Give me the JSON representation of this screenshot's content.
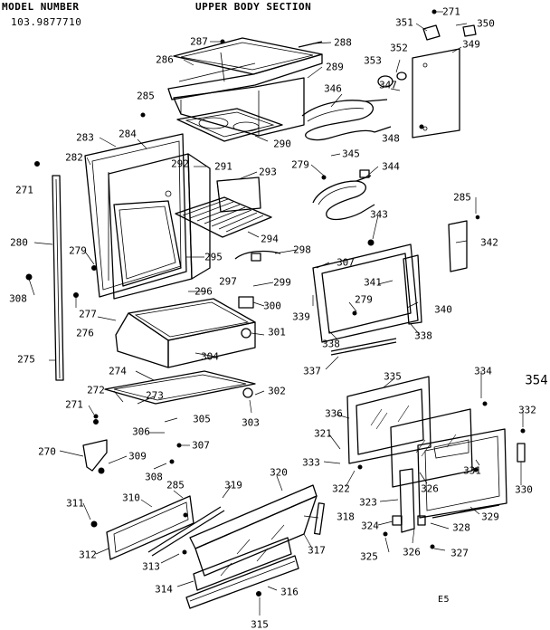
{
  "header": {
    "model_label": "MODEL NUMBER",
    "model_number": "103.9877710",
    "section_title": "UPPER BODY SECTION"
  },
  "footer": {
    "code": "E5"
  },
  "callouts": [
    {
      "id": "271",
      "text": "271"
    },
    {
      "id": "350",
      "text": "350"
    },
    {
      "id": "351",
      "text": "351"
    },
    {
      "id": "287",
      "text": "287"
    },
    {
      "id": "288",
      "text": "288"
    },
    {
      "id": "352",
      "text": "352"
    },
    {
      "id": "349",
      "text": "349"
    },
    {
      "id": "286",
      "text": "286"
    },
    {
      "id": "353",
      "text": "353"
    },
    {
      "id": "289",
      "text": "289"
    },
    {
      "id": "347",
      "text": "347"
    },
    {
      "id": "346",
      "text": "346"
    },
    {
      "id": "285",
      "text": "285"
    },
    {
      "id": "348",
      "text": "348"
    },
    {
      "id": "283",
      "text": "283"
    },
    {
      "id": "284",
      "text": "284"
    },
    {
      "id": "290",
      "text": "290"
    },
    {
      "id": "282",
      "text": "282"
    },
    {
      "id": "345",
      "text": "345"
    },
    {
      "id": "292",
      "text": "292"
    },
    {
      "id": "291",
      "text": "291"
    },
    {
      "id": "293",
      "text": "293"
    },
    {
      "id": "279",
      "text": "279"
    },
    {
      "id": "344",
      "text": "344"
    },
    {
      "id": "271b",
      "text": "271"
    },
    {
      "id": "285b",
      "text": "285"
    },
    {
      "id": "343",
      "text": "343"
    },
    {
      "id": "280",
      "text": "280"
    },
    {
      "id": "294",
      "text": "294"
    },
    {
      "id": "342",
      "text": "342"
    },
    {
      "id": "298",
      "text": "298"
    },
    {
      "id": "279b",
      "text": "279"
    },
    {
      "id": "295",
      "text": "295"
    },
    {
      "id": "307",
      "text": "307"
    },
    {
      "id": "308",
      "text": "308"
    },
    {
      "id": "297",
      "text": "297"
    },
    {
      "id": "299",
      "text": "299"
    },
    {
      "id": "341",
      "text": "341"
    },
    {
      "id": "277",
      "text": "277"
    },
    {
      "id": "296",
      "text": "296"
    },
    {
      "id": "279c",
      "text": "279"
    },
    {
      "id": "340",
      "text": "340"
    },
    {
      "id": "276",
      "text": "276"
    },
    {
      "id": "300",
      "text": "300"
    },
    {
      "id": "339",
      "text": "339"
    },
    {
      "id": "301",
      "text": "301"
    },
    {
      "id": "338",
      "text": "338"
    },
    {
      "id": "338b",
      "text": "338"
    },
    {
      "id": "275",
      "text": "275"
    },
    {
      "id": "304",
      "text": "304"
    },
    {
      "id": "337",
      "text": "337"
    },
    {
      "id": "274",
      "text": "274"
    },
    {
      "id": "335",
      "text": "335"
    },
    {
      "id": "334",
      "text": "334"
    },
    {
      "id": "354",
      "text": "354"
    },
    {
      "id": "302",
      "text": "302"
    },
    {
      "id": "272",
      "text": "272"
    },
    {
      "id": "273",
      "text": "273"
    },
    {
      "id": "271c",
      "text": "271"
    },
    {
      "id": "303",
      "text": "303"
    },
    {
      "id": "305",
      "text": "305"
    },
    {
      "id": "336",
      "text": "336"
    },
    {
      "id": "332",
      "text": "332"
    },
    {
      "id": "306",
      "text": "306"
    },
    {
      "id": "321",
      "text": "321"
    },
    {
      "id": "307b",
      "text": "307"
    },
    {
      "id": "270",
      "text": "270"
    },
    {
      "id": "309",
      "text": "309"
    },
    {
      "id": "333",
      "text": "333"
    },
    {
      "id": "331",
      "text": "331"
    },
    {
      "id": "330",
      "text": "330"
    },
    {
      "id": "308b",
      "text": "308"
    },
    {
      "id": "322",
      "text": "322"
    },
    {
      "id": "326",
      "text": "326"
    },
    {
      "id": "285c",
      "text": "285"
    },
    {
      "id": "319",
      "text": "319"
    },
    {
      "id": "320",
      "text": "320"
    },
    {
      "id": "323",
      "text": "323"
    },
    {
      "id": "329",
      "text": "329"
    },
    {
      "id": "311",
      "text": "311"
    },
    {
      "id": "310",
      "text": "310"
    },
    {
      "id": "318",
      "text": "318"
    },
    {
      "id": "324",
      "text": "324"
    },
    {
      "id": "328",
      "text": "328"
    },
    {
      "id": "312",
      "text": "312"
    },
    {
      "id": "317",
      "text": "317"
    },
    {
      "id": "325",
      "text": "325"
    },
    {
      "id": "326b",
      "text": "326"
    },
    {
      "id": "327",
      "text": "327"
    },
    {
      "id": "313",
      "text": "313"
    },
    {
      "id": "314",
      "text": "314"
    },
    {
      "id": "316",
      "text": "316"
    },
    {
      "id": "315",
      "text": "315"
    }
  ]
}
